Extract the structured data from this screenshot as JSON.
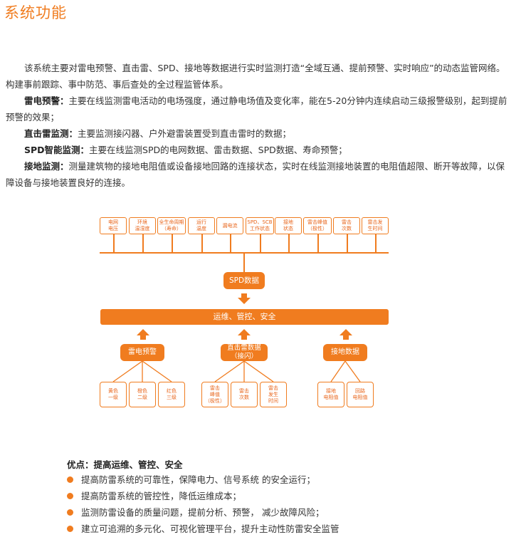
{
  "title": "系统功能",
  "intro": {
    "p1": "该系统主要对雷电预警、直击雷、SPD、接地等数据进行实时监测打造“全域互通、提前预警、实时响应”的动态监管网络。构建事前跟踪、事中防范、事后查处的全过程监管体系。",
    "items": [
      {
        "label": "雷电预警：",
        "text": "主要在线监测雷电活动的电场强度，通过静电场值及变化率，能在5-20分钟内连续启动三级报警级别，起到提前预警的效果；"
      },
      {
        "label": "直击雷监测：",
        "text": "主要监测接闪器、户外避雷装置受到直击雷时的数据；"
      },
      {
        "label": "SPD智能监测：",
        "text": "主要在线监测SPD的电网数据、雷击数据、SPD数据、寿命预警；"
      },
      {
        "label": "接地监测：",
        "text": "测量建筑物的接地电阻值或设备接地回路的连接状态，实时在线监测接地装置的电阻值超限、断开等故障，以保障设备与接地装置良好的连接。"
      }
    ]
  },
  "diagram": {
    "top_items": [
      "电网\n电压",
      "环境\n温湿度",
      "全生命周期\n（寿命）",
      "运行\n温度",
      "漏电流",
      "SPD、SCB\n工作状态",
      "接地\n状态",
      "雷击峰值\n（极性）",
      "雷击\n次数",
      "雷击发\n生时间"
    ],
    "spd": "SPD数据",
    "ops": "运维、管控、安全",
    "warning": "雷电预警",
    "direct": "直击雷数据\n（接闪）",
    "ground": "接地数据",
    "warning_children": [
      "黄色\n一级",
      "橙色\n二级",
      "红色\n三级"
    ],
    "direct_children": [
      "雷击\n峰值\n（极性）",
      "雷击\n次数",
      "雷击\n发生\n时间"
    ],
    "ground_children": [
      "接地\n电阻值",
      "回路\n电阻值"
    ]
  },
  "advantages": {
    "title": "优点：提高运维、管控、安全",
    "items": [
      "提高防雷系统的可靠性，保障电力、信号系统 的安全运行；",
      "提高防雷系统的管控性，降低运维成本；",
      "监测防雷设备的质量问题，提前分析、预警， 减少故障风险；",
      "建立可追溯的多元化、可视化管理平台，提升主动性防雷安全监管"
    ]
  },
  "colors": {
    "accent": "#f07c1f",
    "text": "#333333"
  }
}
